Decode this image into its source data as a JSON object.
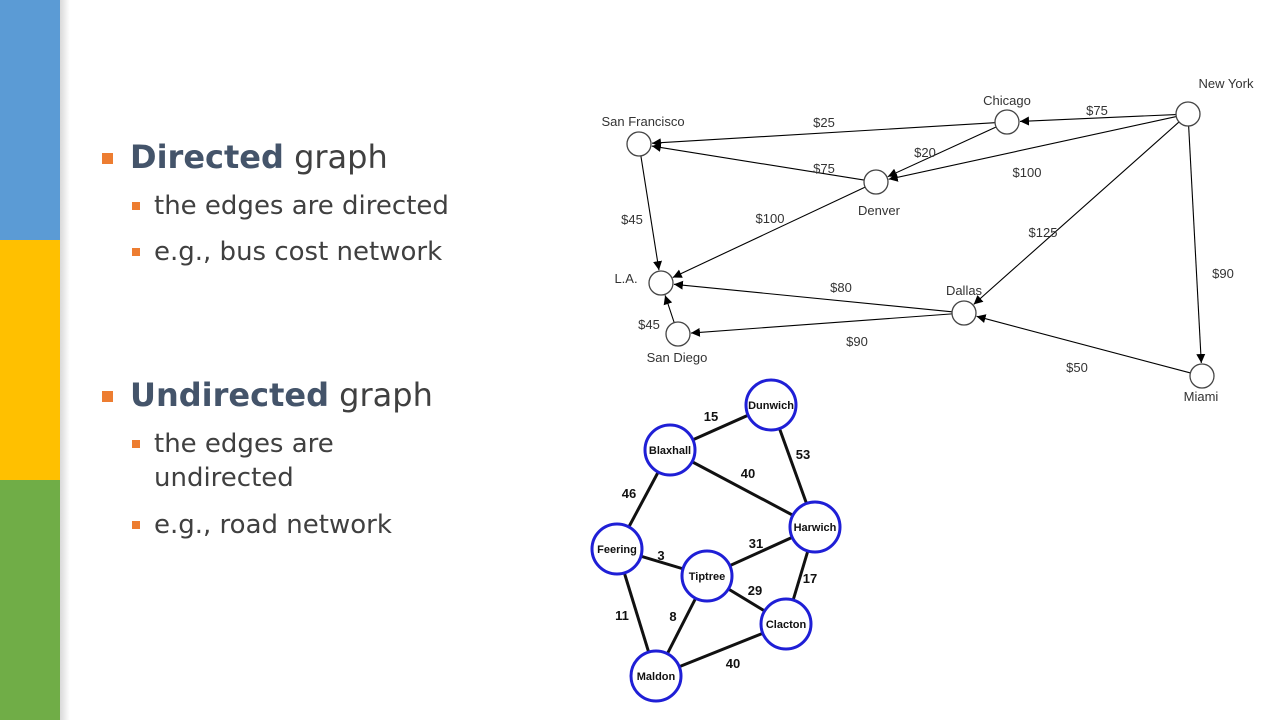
{
  "sections": [
    {
      "heading_bold": "Directed",
      "heading_rest": " graph",
      "items": [
        "the edges are directed",
        "e.g., bus cost network"
      ]
    },
    {
      "heading_bold": "Undirected",
      "heading_rest": " graph",
      "items": [
        "the edges are undirected",
        "e.g., road network"
      ]
    }
  ],
  "directed_graph": {
    "nodes": [
      "San Francisco",
      "Chicago",
      "New York",
      "Denver",
      "L.A.",
      "Dallas",
      "San Diego",
      "Miami"
    ],
    "edges": [
      {
        "from": "Chicago",
        "to": "San Francisco",
        "label": "$25"
      },
      {
        "from": "New York",
        "to": "Chicago",
        "label": "$75"
      },
      {
        "from": "Chicago",
        "to": "Denver",
        "label": "$20"
      },
      {
        "from": "New York",
        "to": "Denver",
        "label": "$100"
      },
      {
        "from": "Denver",
        "to": "San Francisco",
        "label": "$75"
      },
      {
        "from": "San Francisco",
        "to": "L.A.",
        "label": "$45"
      },
      {
        "from": "Denver",
        "to": "L.A.",
        "label": "$100"
      },
      {
        "from": "New York",
        "to": "Dallas",
        "label": "$125"
      },
      {
        "from": "New York",
        "to": "Miami",
        "label": "$90"
      },
      {
        "from": "Dallas",
        "to": "L.A.",
        "label": "$80"
      },
      {
        "from": "San Diego",
        "to": "L.A.",
        "label": "$45"
      },
      {
        "from": "Dallas",
        "to": "San Diego",
        "label": "$90"
      },
      {
        "from": "Miami",
        "to": "Dallas",
        "label": "$50"
      }
    ]
  },
  "undirected_graph": {
    "nodes": [
      "Dunwich",
      "Blaxhall",
      "Harwich",
      "Feering",
      "Tiptree",
      "Clacton",
      "Maldon"
    ],
    "edges": [
      {
        "a": "Blaxhall",
        "b": "Dunwich",
        "label": "15"
      },
      {
        "a": "Dunwich",
        "b": "Harwich",
        "label": "53"
      },
      {
        "a": "Blaxhall",
        "b": "Harwich",
        "label": "40"
      },
      {
        "a": "Blaxhall",
        "b": "Feering",
        "label": "46"
      },
      {
        "a": "Feering",
        "b": "Tiptree",
        "label": "3"
      },
      {
        "a": "Tiptree",
        "b": "Harwich",
        "label": "31"
      },
      {
        "a": "Tiptree",
        "b": "Clacton",
        "label": "29"
      },
      {
        "a": "Harwich",
        "b": "Clacton",
        "label": "17"
      },
      {
        "a": "Feering",
        "b": "Maldon",
        "label": "11"
      },
      {
        "a": "Tiptree",
        "b": "Maldon",
        "label": "8"
      },
      {
        "a": "Maldon",
        "b": "Clacton",
        "label": "40"
      }
    ]
  }
}
